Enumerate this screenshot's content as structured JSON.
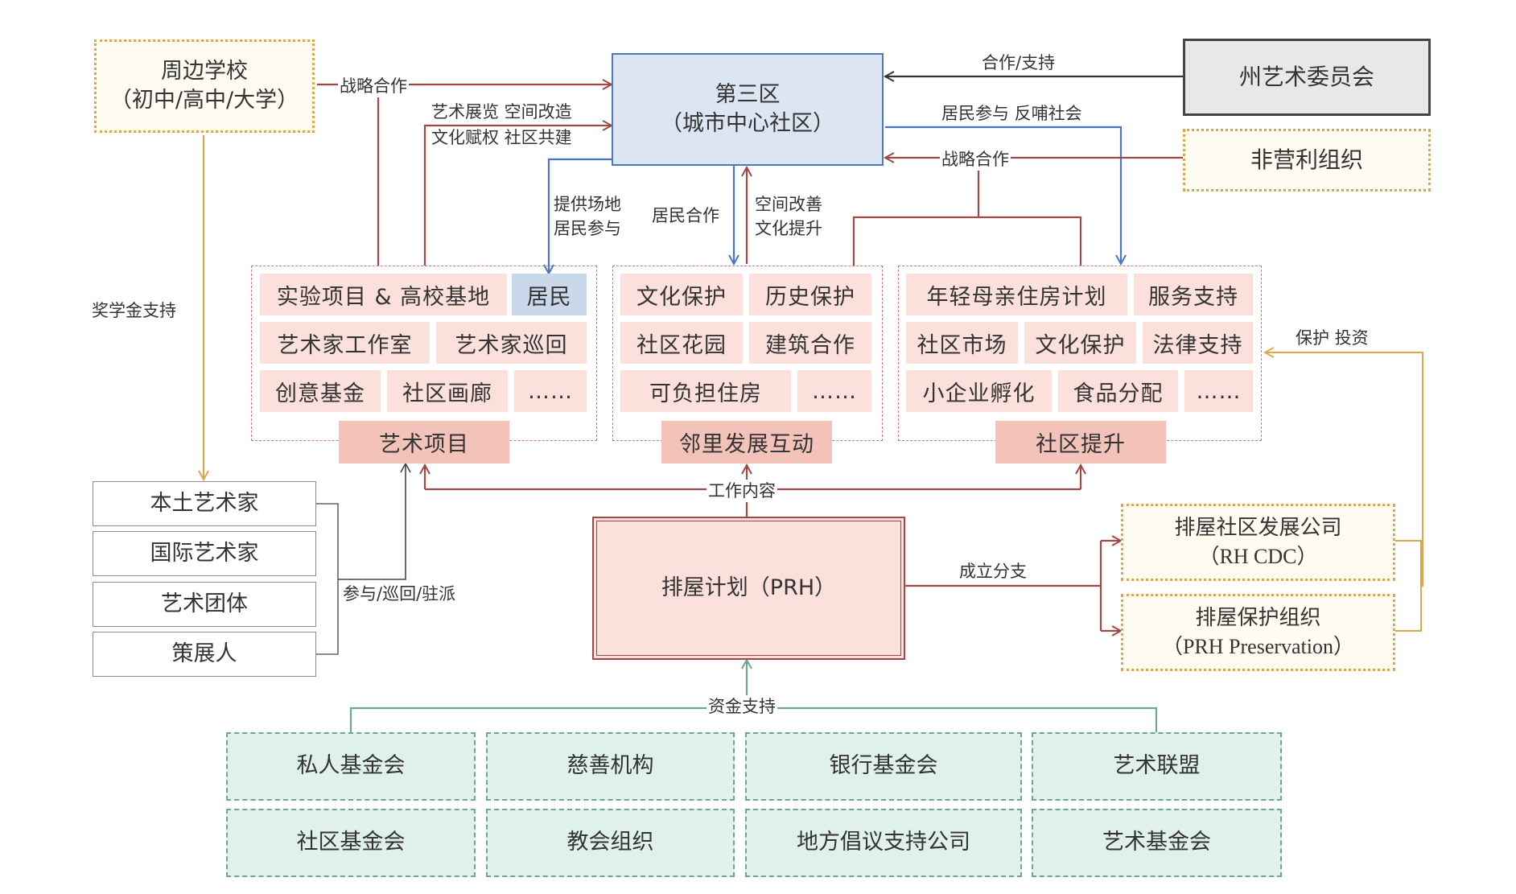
{
  "nodes": {
    "school": {
      "line1": "周边学校",
      "line2": "（初中/高中/大学）"
    },
    "district": {
      "line1": "第三区",
      "line2": "（城市中心社区）"
    },
    "state_arts": "州艺术委员会",
    "nonprofit": "非营利组织",
    "prh": "排屋计划（PRH）",
    "cdc": {
      "line1": "排屋社区发展公司",
      "line2": "（RH CDC）"
    },
    "preservation": {
      "line1": "排屋保护组织",
      "line2": "（PRH Preservation）"
    }
  },
  "art_group": {
    "label": "艺术项目",
    "cells": [
      "实验项目 & 高校基地",
      "居民",
      "艺术家工作室",
      "艺术家巡回",
      "创意基金",
      "社区画廊",
      "……"
    ]
  },
  "neighbor_group": {
    "label": "邻里发展互动",
    "cells": [
      "文化保护",
      "历史保护",
      "社区花园",
      "建筑合作",
      "可负担住房",
      "……"
    ]
  },
  "community_group": {
    "label": "社区提升",
    "cells": [
      "年轻母亲住房计划",
      "服务支持",
      "社区市场",
      "文化保护",
      "法律支持",
      "小企业孵化",
      "食品分配",
      "……"
    ]
  },
  "artists": [
    "本土艺术家",
    "国际艺术家",
    "艺术团体",
    "策展人"
  ],
  "funders": [
    "私人基金会",
    "慈善机构",
    "银行基金会",
    "艺术联盟",
    "社区基金会",
    "教会组织",
    "地方倡议支持公司",
    "艺术基金会"
  ],
  "edge_labels": {
    "strategic1": "战略合作",
    "art_exhibit": "艺术展览  空间改造",
    "culture_empower": "文化赋权  社区共建",
    "coop_support": "合作/支持",
    "resident_feedback": "居民参与  反哺社会",
    "strategic2": "战略合作",
    "venue": "提供场地",
    "resident_part": "居民参与",
    "resident_coop": "居民合作",
    "space_improve": "空间改善",
    "culture_up": "文化提升",
    "scholarship": "奖学金支持",
    "protect_invest": "保护  投资",
    "work": "工作内容",
    "participate": "参与/巡回/驻派",
    "branch": "成立分支",
    "funding": "资金支持"
  },
  "colors": {
    "red": "#a04845",
    "blue": "#4a75c4",
    "orange": "#d9a84e",
    "teal": "#6fa596",
    "dark": "#333333"
  }
}
